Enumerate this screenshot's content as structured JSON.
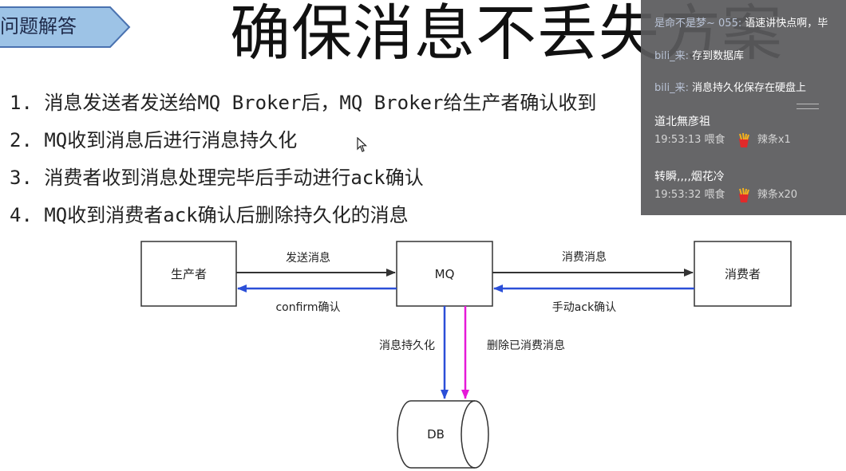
{
  "header": {
    "tag": "问题解答",
    "title": "确保消息不丢失方案"
  },
  "steps": [
    "1. 消息发送者发送给MQ Broker后，MQ Broker给生产者确认收到",
    "2. MQ收到消息后进行消息持久化",
    "3. 消费者收到消息处理完毕后手动进行ack确认",
    "4. MQ收到消费者ack确认后删除持久化的消息"
  ],
  "diagram": {
    "nodes": {
      "producer": "生产者",
      "mq": "MQ",
      "consumer": "消费者",
      "db": "DB"
    },
    "edges": {
      "send": "发送消息",
      "confirm": "confirm确认",
      "consume": "消费消息",
      "ack": "手动ack确认",
      "persist": "消息持久化",
      "delete": "删除已消费消息"
    },
    "colors": {
      "black_arrow": "#333333",
      "blue_arrow": "#2b4fd8",
      "magenta_arrow": "#e619d8"
    }
  },
  "danmaku": {
    "lines": [
      {
        "user": "是命不是梦~ 055:",
        "text": "语速讲快点啊，毕"
      },
      {
        "user": "bili_来:",
        "text": "存到数据库"
      },
      {
        "user": "bili_来:",
        "text": "消息持久化保存在硬盘上"
      }
    ],
    "gifts": [
      {
        "name": "道北無彦祖",
        "time": "19:53:13",
        "action": "喂食",
        "gift": "辣条x1"
      },
      {
        "name": "转瞬,,,,烟花冷",
        "time": "19:53:32",
        "action": "喂食",
        "gift": "辣条x20"
      }
    ]
  }
}
